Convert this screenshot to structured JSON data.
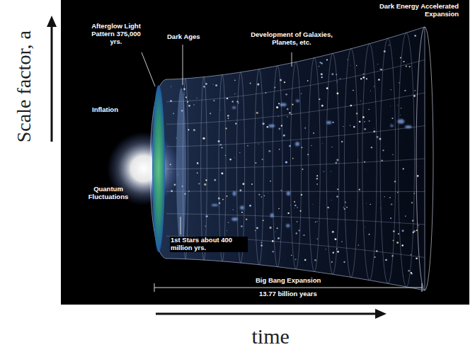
{
  "diagram": {
    "labels": [
      "Scale factor, a",
      "Afterglow Light Pattern 375,000 yrs.",
      "Dark Ages",
      "Development of Galaxies, Planets, etc.",
      "Dark Energy Accelerated Expansion",
      "Inflation",
      "Quantum Fluctuations",
      "1st Stars about 400 million yrs.",
      "Big Bang Expansion",
      "13.77 billion years",
      "time"
    ]
  }
}
